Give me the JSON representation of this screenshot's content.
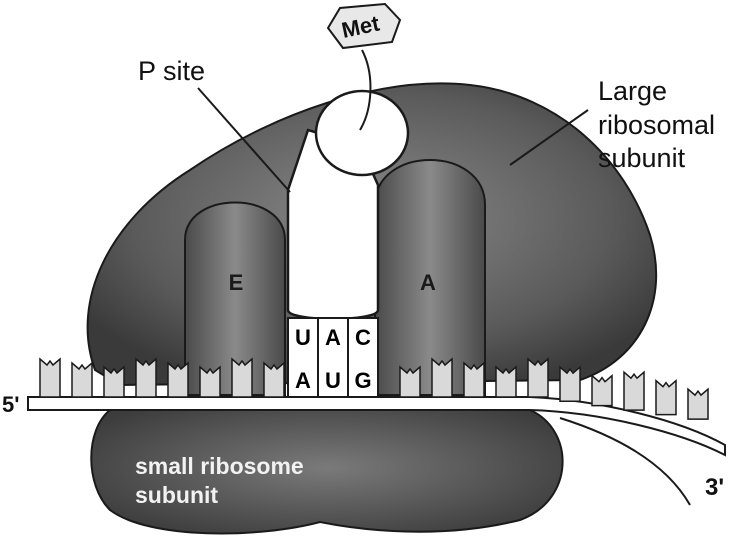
{
  "labels": {
    "met": "Met",
    "p_site": "P site",
    "large_subunit": [
      "Large",
      "ribosomal",
      "subunit"
    ],
    "e_site": "E",
    "a_site": "A",
    "small_subunit": [
      "small ribosome",
      "subunit"
    ],
    "five_prime": "5'",
    "three_prime": "3'"
  },
  "anticodon": [
    "U",
    "A",
    "C"
  ],
  "codon": [
    "A",
    "U",
    "G"
  ],
  "colors": {
    "ribosome": "#555555",
    "site_fill": "#6c6c6c",
    "trna": "#ffffff",
    "mrna": "#ffffff",
    "outline": "#1a1a1a"
  }
}
